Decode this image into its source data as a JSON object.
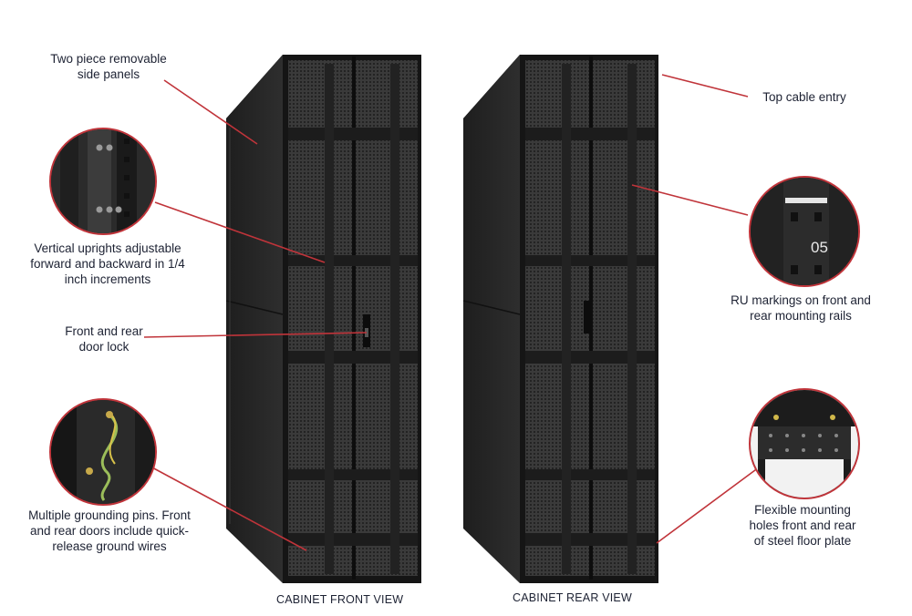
{
  "colors": {
    "leader": "#c0343a",
    "cabinet": "#262626",
    "cabinet_dark": "#141414",
    "text": "#1d2233"
  },
  "callouts": {
    "side_panels": [
      "Two piece removable",
      "side panels"
    ],
    "uprights": [
      "Vertical uprights adjustable",
      "forward and backward in 1/4",
      "inch increments"
    ],
    "door_lock": [
      "Front and rear",
      "door lock"
    ],
    "grounding": [
      "Multiple grounding pins. Front",
      "and rear doors include quick-",
      "release ground wires"
    ],
    "top_cable": [
      "Top cable entry"
    ],
    "ru_markings": [
      "RU markings on front and",
      "rear mounting rails"
    ],
    "floor_plate": [
      "Flexible mounting",
      "holes front and rear",
      "of steel floor plate"
    ]
  },
  "views": {
    "front": "CABINET FRONT VIEW",
    "rear": "CABINET REAR VIEW"
  },
  "ru_number": "05",
  "icons": {
    "uprights_zoom": "rail-closeup-icon",
    "grounding_zoom": "ground-wire-closeup-icon",
    "ru_zoom": "ru-marking-closeup-icon",
    "floor_zoom": "floor-plate-closeup-icon"
  }
}
